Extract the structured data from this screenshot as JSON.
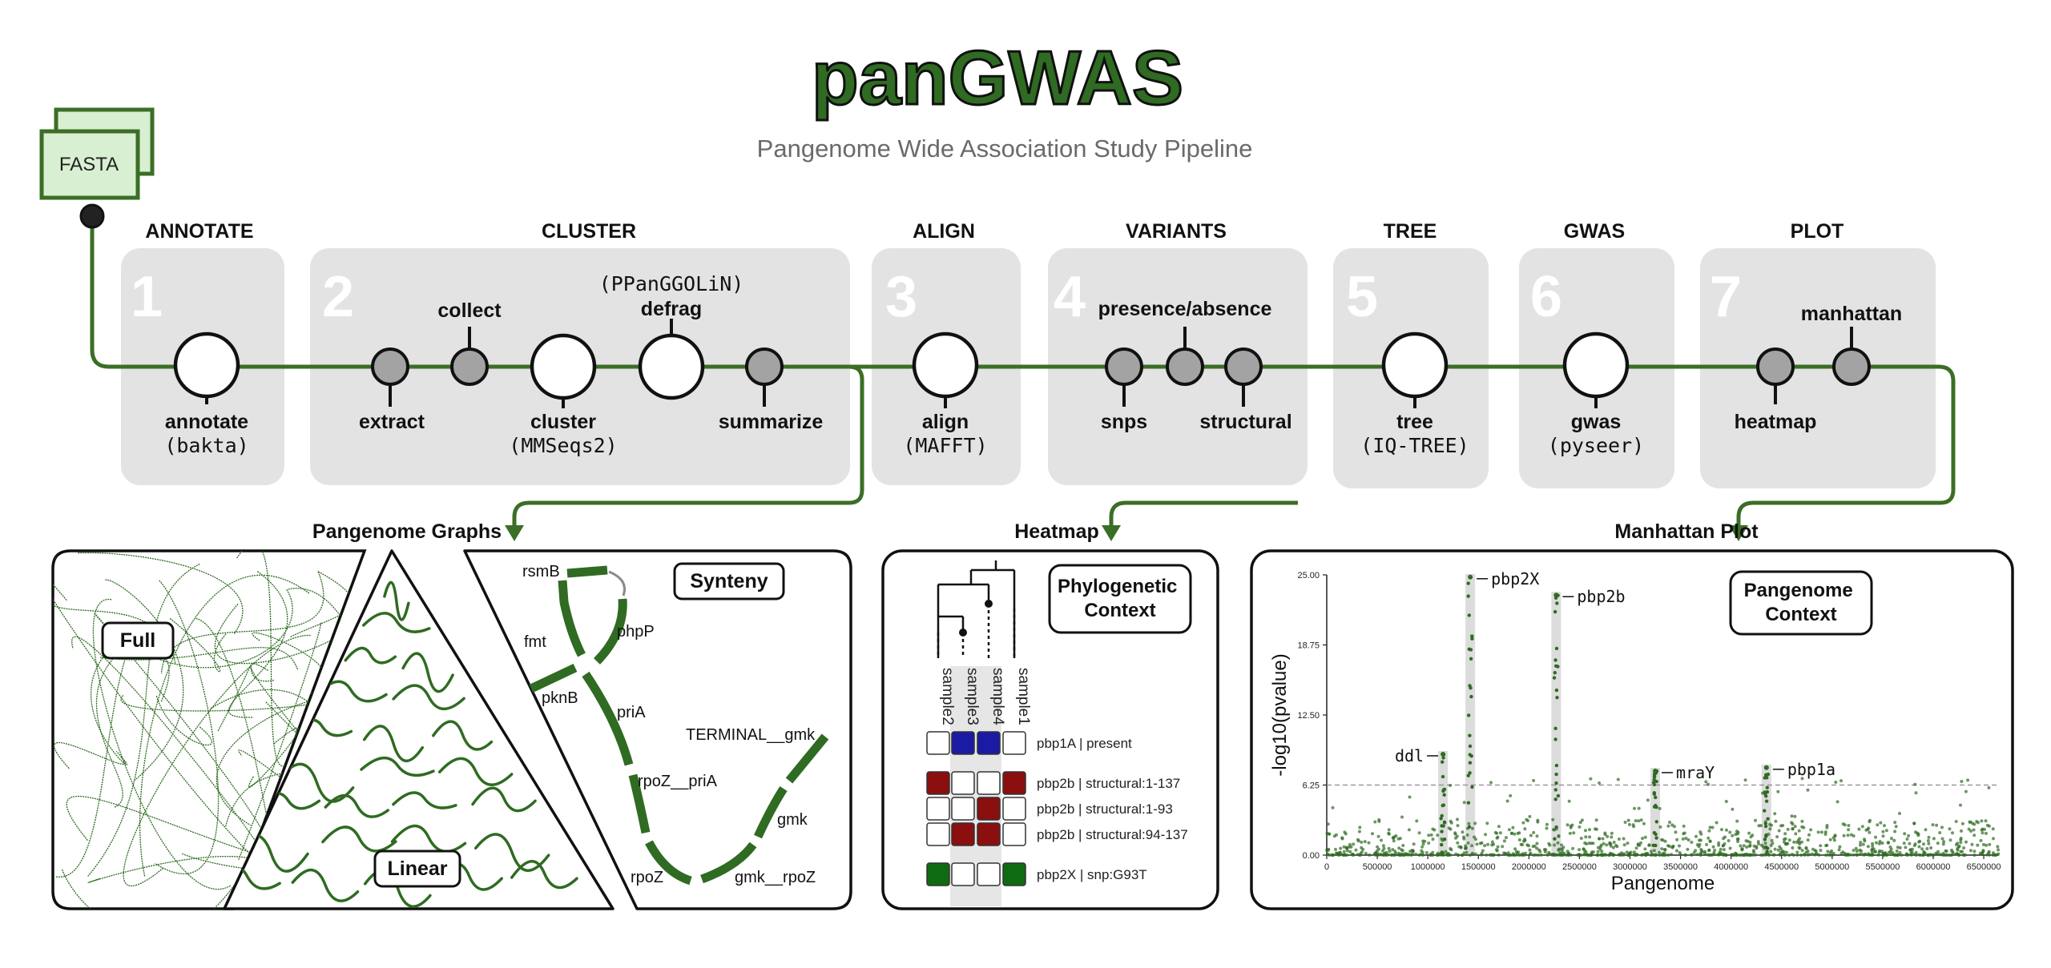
{
  "header": {
    "title": "panGWAS",
    "subtitle": "Pangenome Wide Association Study Pipeline",
    "input_label": "FASTA"
  },
  "colors": {
    "title_fill": "#2f6b22",
    "line": "#3b6e26",
    "stage_bg": "#e3e3e3",
    "stage_number": "#ffffff",
    "node_small": "#a3a3a3",
    "heat_red": "#8b0f0f",
    "heat_blue": "#1a1aa5",
    "heat_green": "#0f6b12",
    "graph_green": "#2f6b22"
  },
  "stages": [
    {
      "num": "1",
      "title": "ANNOTATE"
    },
    {
      "num": "2",
      "title": "CLUSTER"
    },
    {
      "num": "3",
      "title": "ALIGN"
    },
    {
      "num": "4",
      "title": "VARIANTS"
    },
    {
      "num": "5",
      "title": "TREE"
    },
    {
      "num": "6",
      "title": "GWAS"
    },
    {
      "num": "7",
      "title": "PLOT"
    }
  ],
  "steps": {
    "annotate": {
      "name": "annotate",
      "tool": "(bakta)"
    },
    "extract": {
      "name": "extract"
    },
    "collect": {
      "name": "collect"
    },
    "cluster": {
      "name": "cluster",
      "tool": "(MMSeqs2)"
    },
    "defrag": {
      "name": "defrag",
      "tool": "(PPanGGOLiN)"
    },
    "summarize": {
      "name": "summarize"
    },
    "align": {
      "name": "align",
      "tool": "(MAFFT)"
    },
    "presence": {
      "name": "presence/absence"
    },
    "snps": {
      "name": "snps"
    },
    "structural": {
      "name": "structural"
    },
    "tree": {
      "name": "tree",
      "tool": "(IQ-TREE)"
    },
    "gwas": {
      "name": "gwas",
      "tool": "(pyseer)"
    },
    "heatmap": {
      "name": "heatmap"
    },
    "manhattan": {
      "name": "manhattan"
    }
  },
  "outputs": {
    "graphs_title": "Pangenome Graphs",
    "heatmap_title": "Heatmap",
    "manhattan_title": "Manhattan Plot"
  },
  "graphs": {
    "full_label": "Full",
    "linear_label": "Linear",
    "synteny_label": "Synteny",
    "genes": [
      "rsmB",
      "phpP",
      "fmt",
      "pknB",
      "priA",
      "TERMINAL__gmk",
      "rpoZ__priA",
      "gmk",
      "rpoZ",
      "gmk__rpoZ"
    ]
  },
  "heatmap": {
    "context_label": "Phylogenetic Context",
    "samples": [
      "sample2",
      "sample3",
      "sample4",
      "sample1"
    ],
    "rows": [
      {
        "label": "pbp1A | present",
        "cells": [
          "empty",
          "blue",
          "blue",
          "empty"
        ]
      },
      {
        "label": "pbp2b | structural:1-137",
        "cells": [
          "red",
          "empty",
          "empty",
          "red"
        ]
      },
      {
        "label": "pbp2b | structural:1-93",
        "cells": [
          "empty",
          "empty",
          "red",
          "empty"
        ]
      },
      {
        "label": "pbp2b | structural:94-137",
        "cells": [
          "empty",
          "red",
          "red",
          "empty"
        ]
      },
      {
        "label": "pbp2X | snp:G93T",
        "cells": [
          "green",
          "empty",
          "empty",
          "green"
        ]
      }
    ]
  },
  "chart_data": {
    "type": "scatter",
    "xlabel": "Pangenome",
    "ylabel": "-log10(pvalue)",
    "xlim": [
      0,
      6650000
    ],
    "ylim": [
      0,
      25
    ],
    "xticks": [
      "0",
      "500000",
      "1000000",
      "1500000",
      "2000000",
      "2500000",
      "3000000",
      "3500000",
      "4000000",
      "4500000",
      "5000000",
      "5500000",
      "6000000",
      "6500000"
    ],
    "yticks": [
      "0.00",
      "6.25",
      "12.50",
      "18.75",
      "25.00"
    ],
    "threshold": 6.25,
    "context_label": "Pangenome Context",
    "peaks": [
      {
        "label": "ddl",
        "x": 1150000,
        "y": 9
      },
      {
        "label": "pbp2X",
        "x": 1420000,
        "y": 24.8
      },
      {
        "label": "pbp2b",
        "x": 2270000,
        "y": 23.2
      },
      {
        "label": "mraY",
        "x": 3250000,
        "y": 7.5
      },
      {
        "label": "pbp1a",
        "x": 4350000,
        "y": 7.8
      }
    ]
  }
}
